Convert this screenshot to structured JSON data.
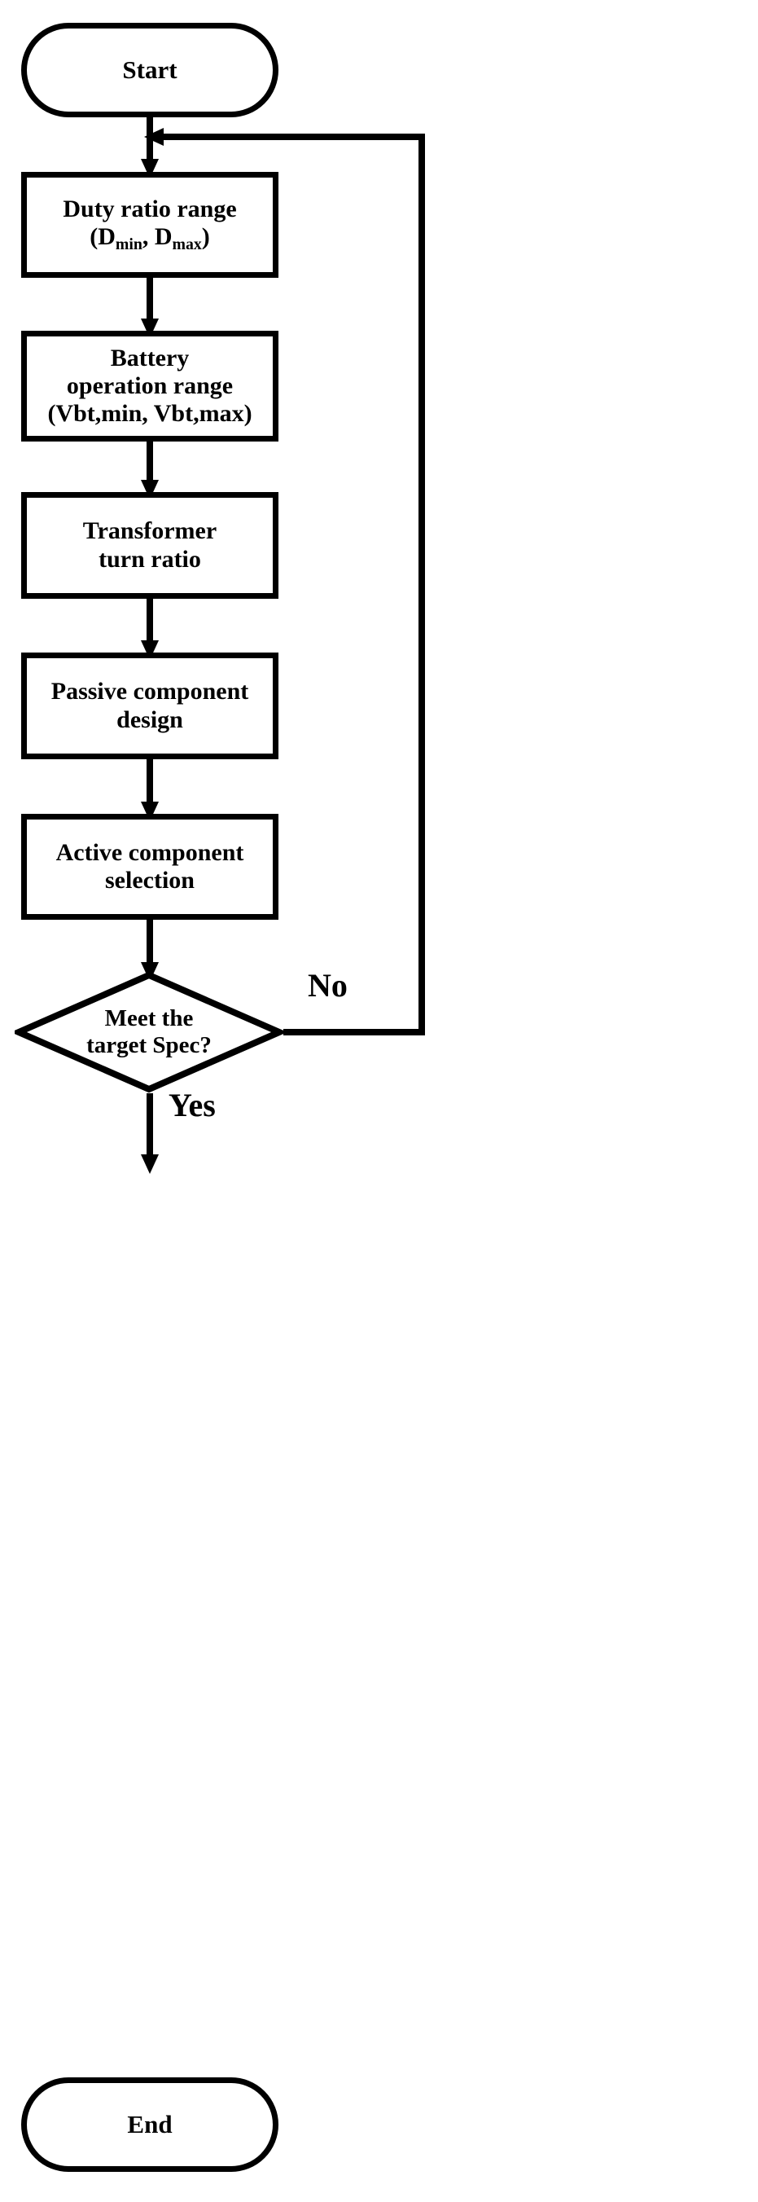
{
  "diagram": {
    "type": "flowchart",
    "title": "Converter design procedure flowchart",
    "orientation": "vertical",
    "colors": {
      "stroke": "#000000",
      "fill": "#ffffff",
      "text": "#000000"
    },
    "nodes": [
      {
        "id": "start",
        "shape": "terminal",
        "label": "Start"
      },
      {
        "id": "duty",
        "shape": "process",
        "line1": "Duty ratio range",
        "line2_pre": "(D",
        "line2_sub1": "min",
        "line2_mid": ", D",
        "line2_sub2": "max",
        "line2_post": ")"
      },
      {
        "id": "battery",
        "shape": "process",
        "line1": "Battery",
        "line2": "operation range",
        "line3": "(Vbt,min, Vbt,max)"
      },
      {
        "id": "transformer",
        "shape": "process",
        "line1": "Transformer",
        "line2": "turn ratio"
      },
      {
        "id": "passive",
        "shape": "process",
        "line1": "Passive component",
        "line2": "design"
      },
      {
        "id": "active",
        "shape": "process",
        "line1": "Active component",
        "line2": "selection"
      },
      {
        "id": "decision",
        "shape": "diamond",
        "line1": "Meet the",
        "line2": "target Spec?"
      },
      {
        "id": "end",
        "shape": "terminal",
        "label": "End"
      }
    ],
    "edges": [
      {
        "from": "start",
        "to": "duty",
        "label": ""
      },
      {
        "from": "duty",
        "to": "battery",
        "label": ""
      },
      {
        "from": "battery",
        "to": "transformer",
        "label": ""
      },
      {
        "from": "transformer",
        "to": "passive",
        "label": ""
      },
      {
        "from": "passive",
        "to": "active",
        "label": ""
      },
      {
        "from": "active",
        "to": "decision",
        "label": ""
      },
      {
        "from": "decision",
        "to": "end",
        "label": "Yes"
      },
      {
        "from": "decision",
        "to": "duty",
        "label": "No",
        "routing": "right-then-up-loopback"
      }
    ],
    "branch_labels": {
      "no": "No",
      "yes": "Yes"
    }
  }
}
